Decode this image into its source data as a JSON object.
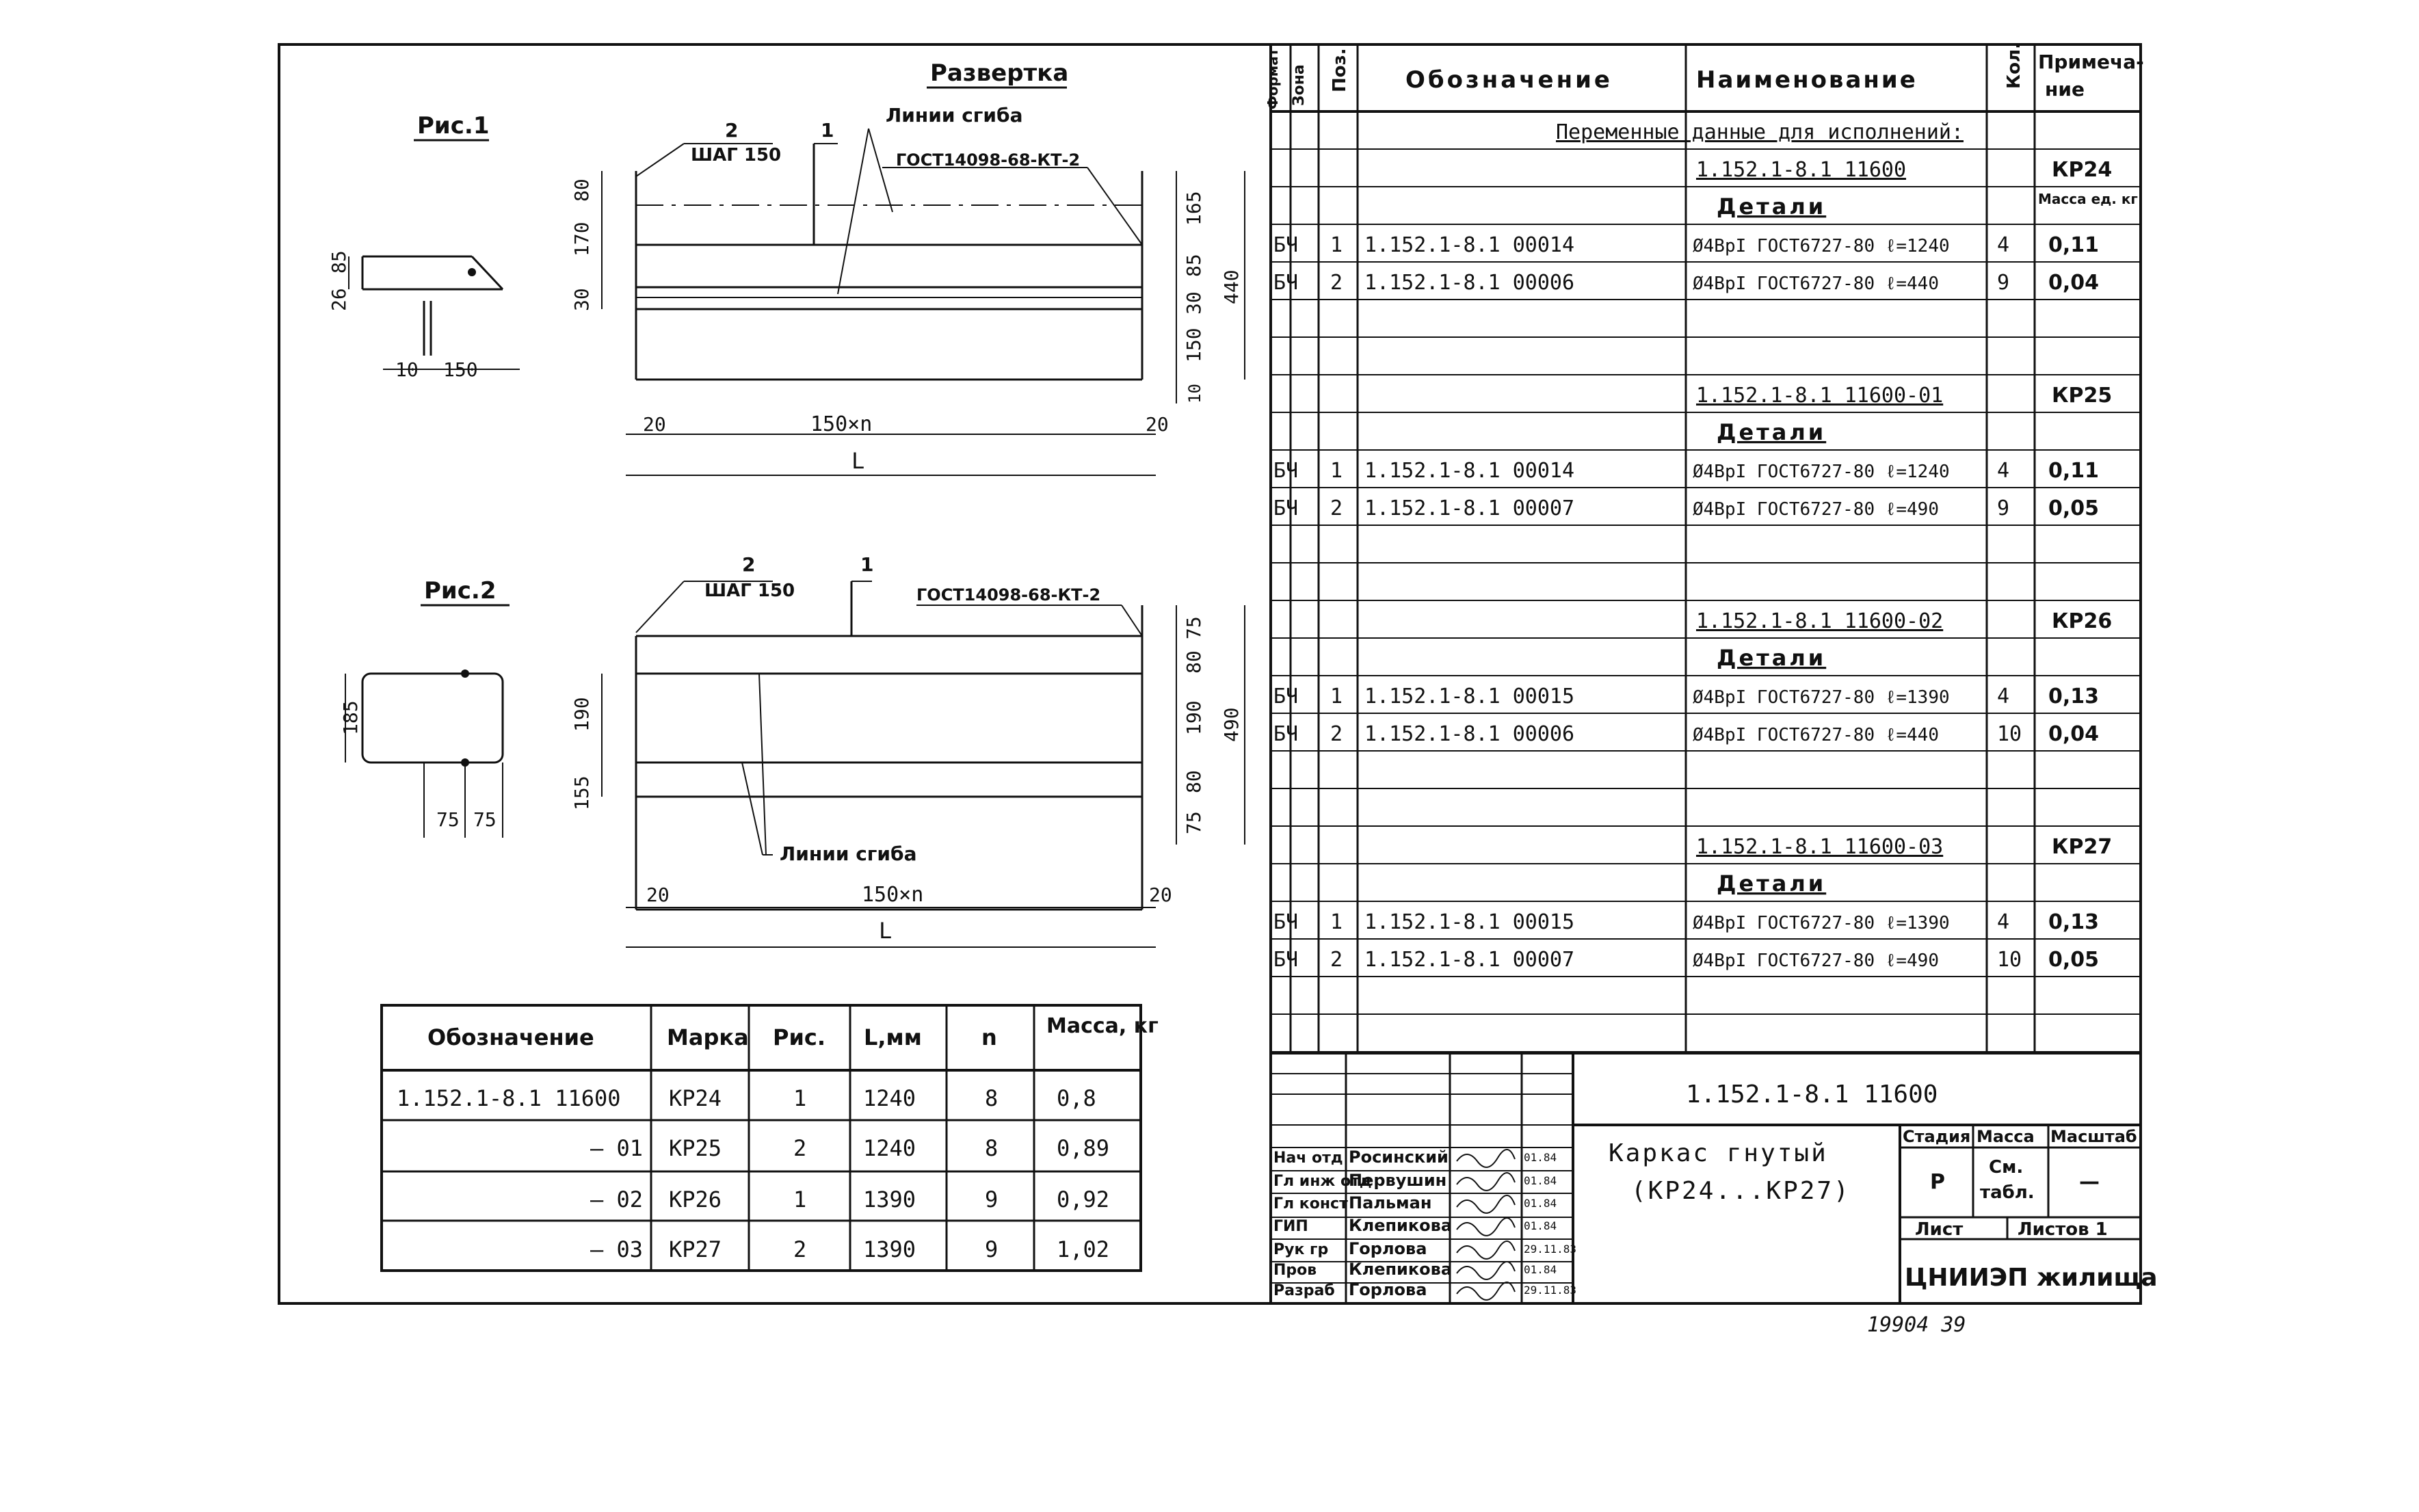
{
  "drawing": {
    "fig1_title": "Рис.1",
    "fig2_title": "Рис.2",
    "unfold_title": "Развертка",
    "bend_lines": "Линии сгиба",
    "gost_weld": "ГОСТ14098-68-КТ-2",
    "pos2": "2",
    "pos1": "1",
    "step": "ШАГ 150",
    "dim_20": "20",
    "dim_150n": "150×n",
    "dim_L": "L",
    "fig1_dims": {
      "d80": "80",
      "d170": "170",
      "d30": "30",
      "d165": "165",
      "d85": "85",
      "d30b": "30",
      "d150": "150",
      "d10": "10",
      "d440": "440",
      "sec_26": "26",
      "sec_85": "85",
      "sec_10": "10",
      "sec_150": "150"
    },
    "fig2_dims": {
      "d190": "190",
      "d155": "155",
      "d75": "75",
      "d80": "80",
      "d190b": "190",
      "d80b": "80",
      "d75b": "75",
      "d490": "490",
      "sec_185": "185",
      "sec_75a": "75",
      "sec_75b": "75"
    }
  },
  "bottom_table": {
    "headers": [
      "Обозначение",
      "Марка",
      "Рис.",
      "L,мм",
      "n",
      "Масса, кг"
    ],
    "rows": [
      [
        "1.152.1-8.1  11600",
        "КР24",
        "1",
        "1240",
        "8",
        "0,8"
      ],
      [
        "— 01",
        "КР25",
        "2",
        "1240",
        "8",
        "0,89"
      ],
      [
        "— 02",
        "КР26",
        "1",
        "1390",
        "9",
        "0,92"
      ],
      [
        "— 03",
        "КР27",
        "2",
        "1390",
        "9",
        "1,02"
      ]
    ]
  },
  "spec": {
    "col_format": "Формат",
    "col_zone": "Зона",
    "col_pos": "Поз.",
    "col_designation": "Обозначение",
    "col_name": "Наименование",
    "col_qty": "Кол.",
    "col_note": "Примечание",
    "variable_header": "Переменные данные для исполнений:",
    "mass_unit_note": "Масса ед. кг",
    "details_label": "Детали",
    "groups": [
      {
        "doc": "1.152.1-8.1  11600",
        "mark": "КР24",
        "rows": [
          [
            "БЧ",
            "1",
            "1.152.1-8.1  00014",
            "Ø4ВрI ГОСТ6727-80 ℓ=1240",
            "4",
            "0,11"
          ],
          [
            "БЧ",
            "2",
            "1.152.1-8.1  00006",
            "Ø4ВрI ГОСТ6727-80 ℓ=440",
            "9",
            "0,04"
          ]
        ]
      },
      {
        "doc": "1.152.1-8.1  11600-01",
        "mark": "КР25",
        "rows": [
          [
            "БЧ",
            "1",
            "1.152.1-8.1  00014",
            "Ø4ВрI ГОСТ6727-80 ℓ=1240",
            "4",
            "0,11"
          ],
          [
            "БЧ",
            "2",
            "1.152.1-8.1  00007",
            "Ø4ВрI ГОСТ6727-80 ℓ=490",
            "9",
            "0,05"
          ]
        ]
      },
      {
        "doc": "1.152.1-8.1  11600-02",
        "mark": "КР26",
        "rows": [
          [
            "БЧ",
            "1",
            "1.152.1-8.1  00015",
            "Ø4ВрI ГОСТ6727-80 ℓ=1390",
            "4",
            "0,13"
          ],
          [
            "БЧ",
            "2",
            "1.152.1-8.1  00006",
            "Ø4ВрI ГОСТ6727-80 ℓ=440",
            "10",
            "0,04"
          ]
        ]
      },
      {
        "doc": "1.152.1-8.1  11600-03",
        "mark": "КР27",
        "rows": [
          [
            "БЧ",
            "1",
            "1.152.1-8.1  00015",
            "Ø4ВрI ГОСТ6727-80 ℓ=1390",
            "4",
            "0,13"
          ],
          [
            "БЧ",
            "2",
            "1.152.1-8.1  00007",
            "Ø4ВрI ГОСТ6727-80 ℓ=490",
            "10",
            "0,05"
          ]
        ]
      }
    ]
  },
  "title_block": {
    "doc_code": "1.152.1-8.1  11600",
    "title_line1": "Каркас гнутый",
    "title_line2": "(КР24...КР27)",
    "stage_label": "Стадия",
    "mass_label": "Масса",
    "scale_label": "Масштаб",
    "stage": "Р",
    "mass_value": "См. табл.",
    "scale": "—",
    "sheet_label": "Лист",
    "sheets_label": "Листов 1",
    "org": "ЦНИИЭП жилища",
    "signers": [
      [
        "Нач отд",
        "Росинский",
        "01.84"
      ],
      [
        "Гл инж отд",
        "Первушин",
        "01.84"
      ],
      [
        "Гл конст",
        "Пальман",
        "01.84"
      ],
      [
        "ГИП",
        "Клепикова",
        "01.84"
      ],
      [
        "Рук гр",
        "Горлова",
        "29.11.83"
      ],
      [
        "Пров",
        "Клепикова",
        "01.84"
      ],
      [
        "Разраб",
        "Горлова",
        "29.11.83"
      ]
    ]
  },
  "footer_note": "19904  39"
}
